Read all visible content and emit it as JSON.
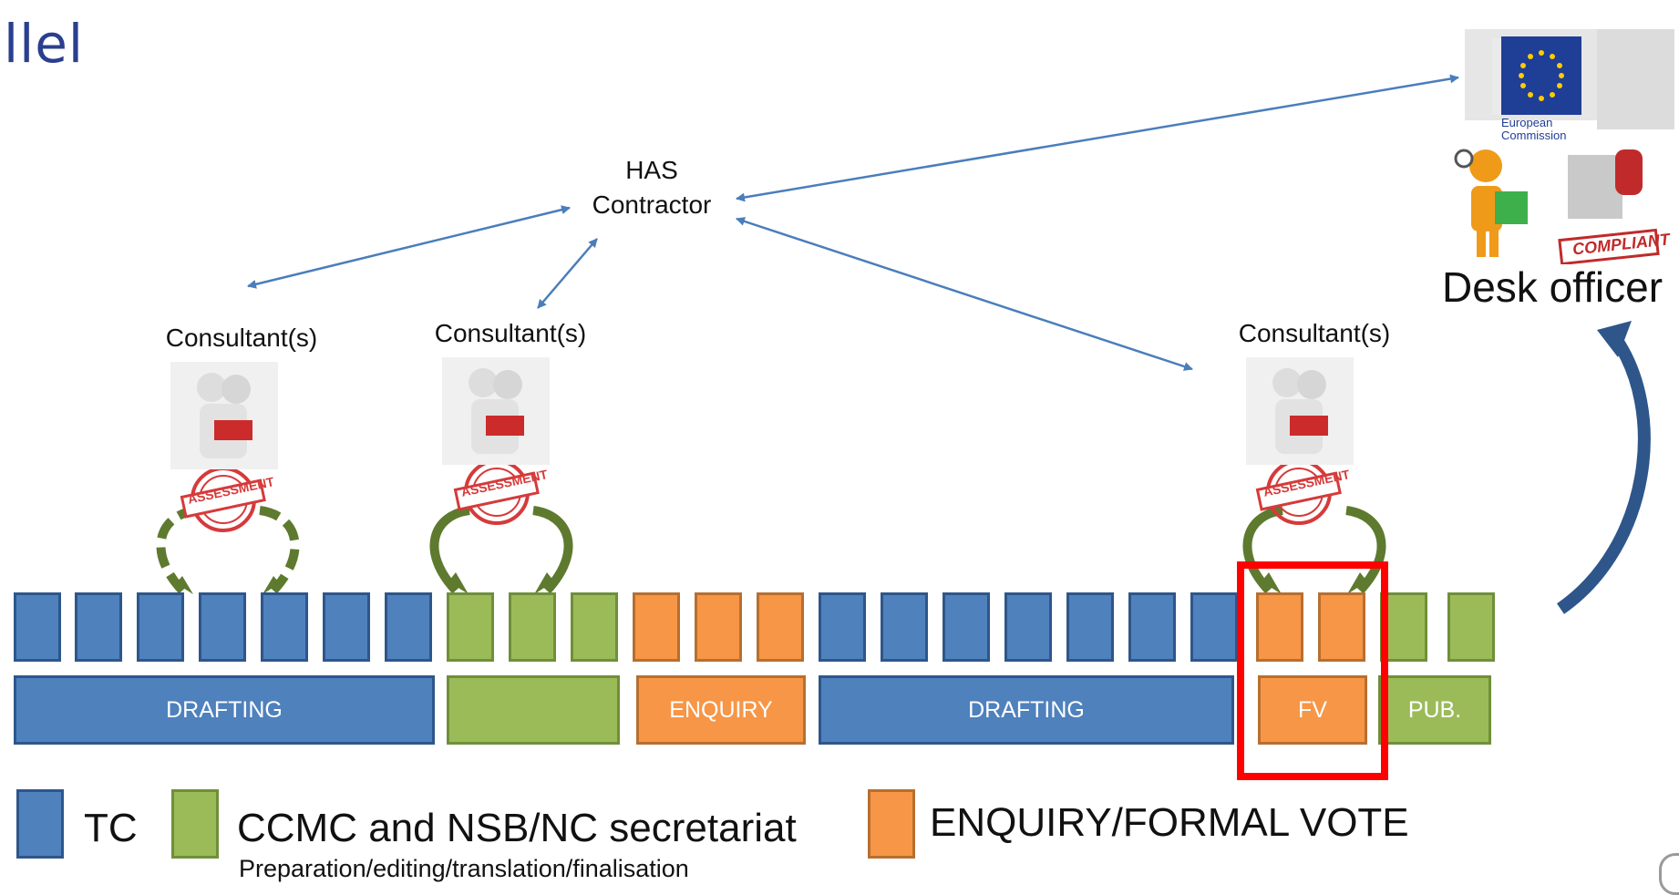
{
  "title": "llel",
  "nodes": {
    "has_contractor": [
      "HAS",
      "Contractor"
    ],
    "consultant_1": "Consultant(s)",
    "consultant_2": "Consultant(s)",
    "consultant_3": "Consultant(s)",
    "desk_officer": "Desk officer"
  },
  "logo": {
    "line1": "European",
    "line2": "Commission",
    "stamp_text": "COMPLIANT",
    "assessment_stamp": "ASSESSMENT"
  },
  "phases": {
    "drafting_1": "DRAFTING",
    "ccmc_1": "",
    "enquiry": "ENQUIRY",
    "drafting_2": "DRAFTING",
    "fv": "FV",
    "pub": "PUB."
  },
  "legend": {
    "tc": "TC",
    "ccmc": "CCMC and NSB/NC secretariat",
    "ccmc_sub": "Preparation/editing/translation/finalisation",
    "enquiry": "ENQUIRY/FORMAL VOTE"
  },
  "colors": {
    "tc": "#4f81bd",
    "ccmc": "#9bbb59",
    "enquiry": "#f79646",
    "highlight": "#ff0000",
    "arrow": "#4a7ebb",
    "loop": "#5e7a2e"
  },
  "icons": {
    "consultant": "consultants-reading-icon",
    "desk_officer": "officer-with-folder-icon",
    "stamp": "compliant-stamp-icon",
    "eu_flag": "eu-flag-icon"
  }
}
